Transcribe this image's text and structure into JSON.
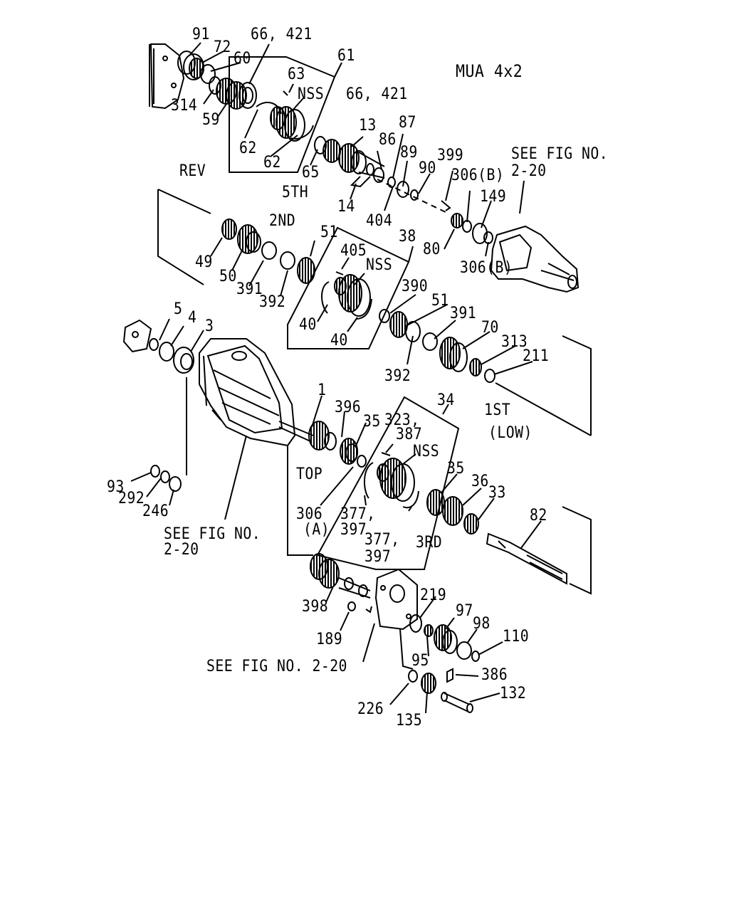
{
  "diagram": {
    "title": "MUA 4x2",
    "ref_fig_top": [
      "SEE FIG NO.",
      "2-20"
    ],
    "ref_fig_left": [
      "SEE FIG NO.",
      "2-20"
    ],
    "ref_fig_bottom": "SEE FIG NO. 2-20",
    "gear_labels": {
      "rev": "REV",
      "fifth": "5TH",
      "second": "2ND",
      "first": "1ST",
      "low": "(LOW)",
      "top": "TOP",
      "third": "3RD"
    },
    "callouts": {
      "c91": "91",
      "c72": "72",
      "c60": "60",
      "c66a": "66, 421",
      "c61": "61",
      "c63": "63",
      "c_nss1": "NSS",
      "c314": "314",
      "c59": "59",
      "c62a": "62",
      "c62b": "62",
      "c66b": "66, 421",
      "c13": "13",
      "c87": "87",
      "c86": "86",
      "c89": "89",
      "c399": "399",
      "c90": "90",
      "c306b1": "306(B)",
      "c149": "149",
      "c65": "65",
      "c14": "14",
      "c404": "404",
      "c80": "80",
      "c306b2": "306(B)",
      "c51a": "51",
      "c38": "38",
      "c405": "405",
      "c_nss2": "NSS",
      "c49": "49",
      "c50": "50",
      "c391a": "391",
      "c392a": "392",
      "c40a": "40",
      "c40b": "40",
      "c390": "390",
      "c51b": "51",
      "c391b": "391",
      "c70": "70",
      "c313": "313",
      "c211": "211",
      "c392b": "392",
      "c5": "5",
      "c4": "4",
      "c3": "3",
      "c1": "1",
      "c396": "396",
      "c35a": "35",
      "c34": "34",
      "c323": "323,",
      "c387": "387",
      "c_nss3": "NSS",
      "c35b": "35",
      "c36": "36",
      "c33": "33",
      "c82": "82",
      "c93": "93",
      "c292": "292",
      "c246": "246",
      "c306a": "306",
      "c306a_sub": "(A)",
      "c377a": "377,",
      "c397a": "397",
      "c377b": "377,",
      "c397b": "397",
      "c398": "398",
      "c189": "189",
      "c219": "219",
      "c97": "97",
      "c98": "98",
      "c110": "110",
      "c95": "95",
      "c386": "386",
      "c132": "132",
      "c226": "226",
      "c135": "135"
    }
  }
}
